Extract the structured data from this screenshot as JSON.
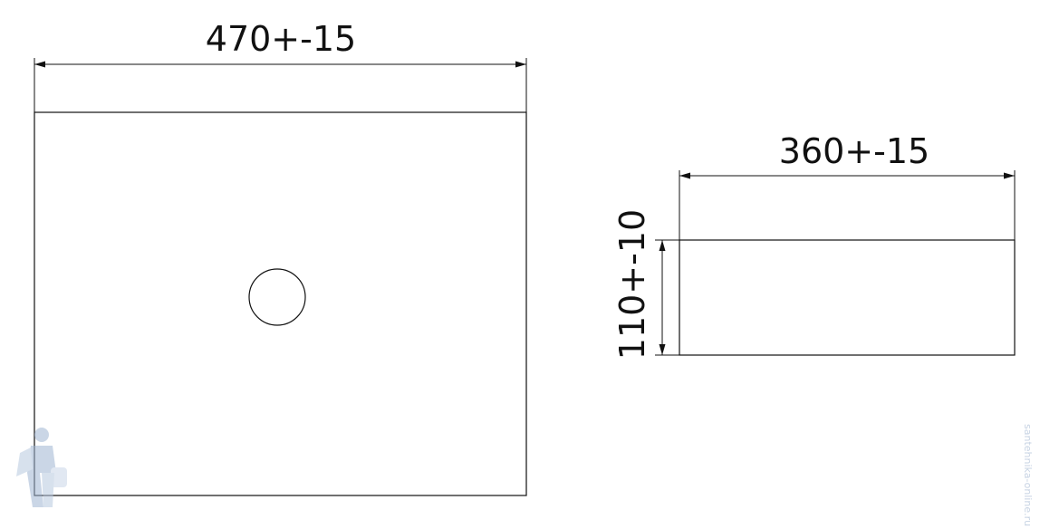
{
  "top_view": {
    "width_label": "470+-15"
  },
  "side_view": {
    "width_label": "360+-15",
    "height_label": "110+-10"
  },
  "watermark": {
    "text": "santehnika-online.ru"
  },
  "colors": {
    "line": "#111111",
    "watermark": "#c7d3e3"
  }
}
